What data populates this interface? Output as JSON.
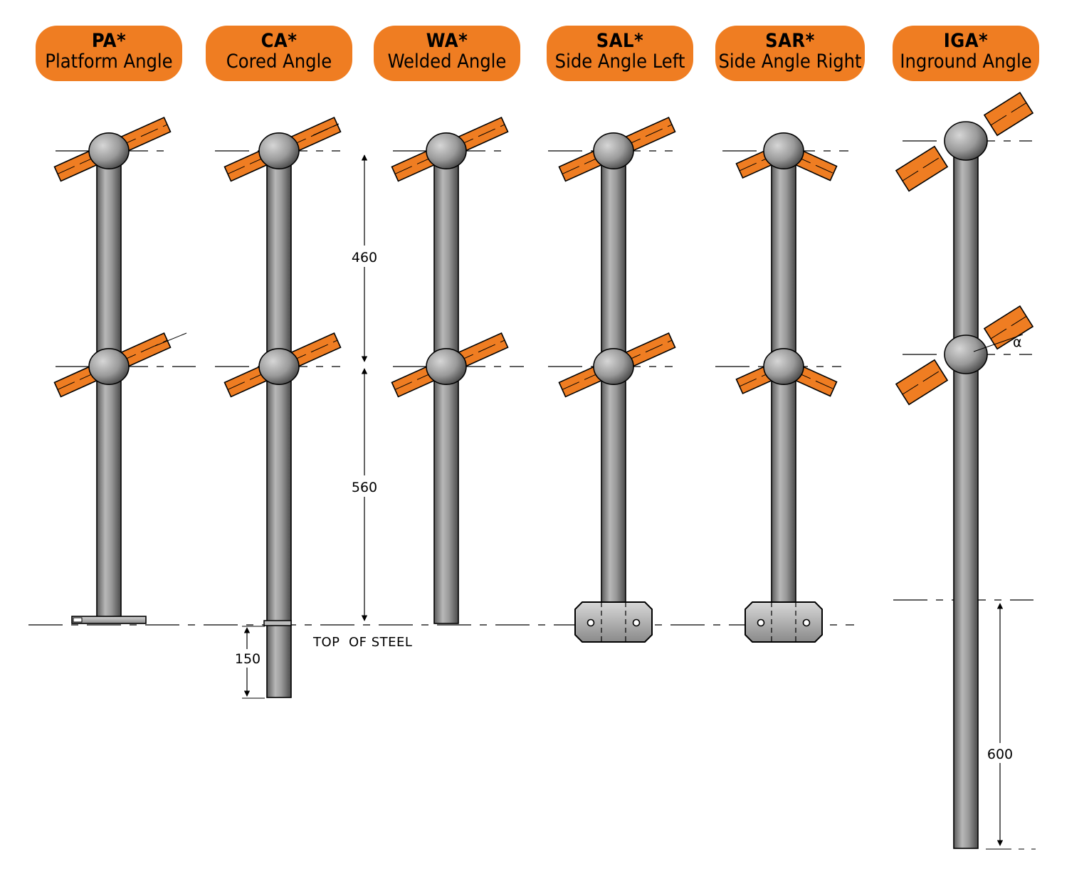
{
  "accent_color": "#ef7d22",
  "post_color": "#8e8e8e",
  "labels": [
    {
      "code": "PA*",
      "name": "Platform Angle"
    },
    {
      "code": "CA*",
      "name": "Cored Angle"
    },
    {
      "code": "WA*",
      "name": "Welded Angle"
    },
    {
      "code": "SAL*",
      "name": "Side Angle Left"
    },
    {
      "code": "SAR*",
      "name": "Side Angle Right"
    },
    {
      "code": "IGA*",
      "name": "Inground Angle"
    }
  ],
  "dimensions": {
    "upper": "460",
    "lower": "560",
    "core_depth": "150",
    "inground_depth": "600"
  },
  "reference_label": "TOP  OF STEEL",
  "angle_symbol": "α"
}
